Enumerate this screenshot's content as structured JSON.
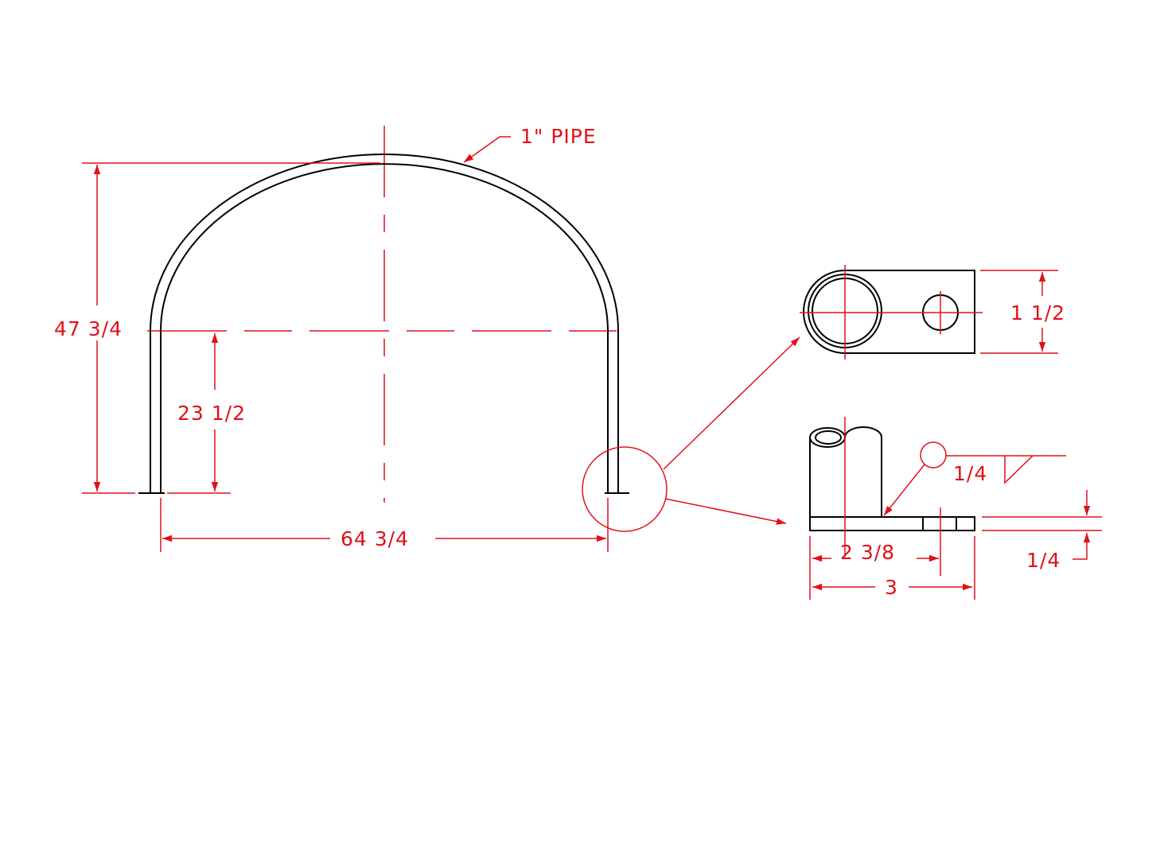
{
  "colors": {
    "dimension": "#e0101a",
    "object": "#000000",
    "background": "#ffffff"
  },
  "labels": {
    "pipe_callout": "1\" PIPE",
    "overall_height": "47 3/4",
    "leg_height": "23 1/2",
    "overall_width": "64 3/4",
    "plate_width": "1 1/2",
    "weld_size": "1/4",
    "hole_location": "2 3/8",
    "plate_length": "3",
    "plate_thickness": "1/4"
  }
}
